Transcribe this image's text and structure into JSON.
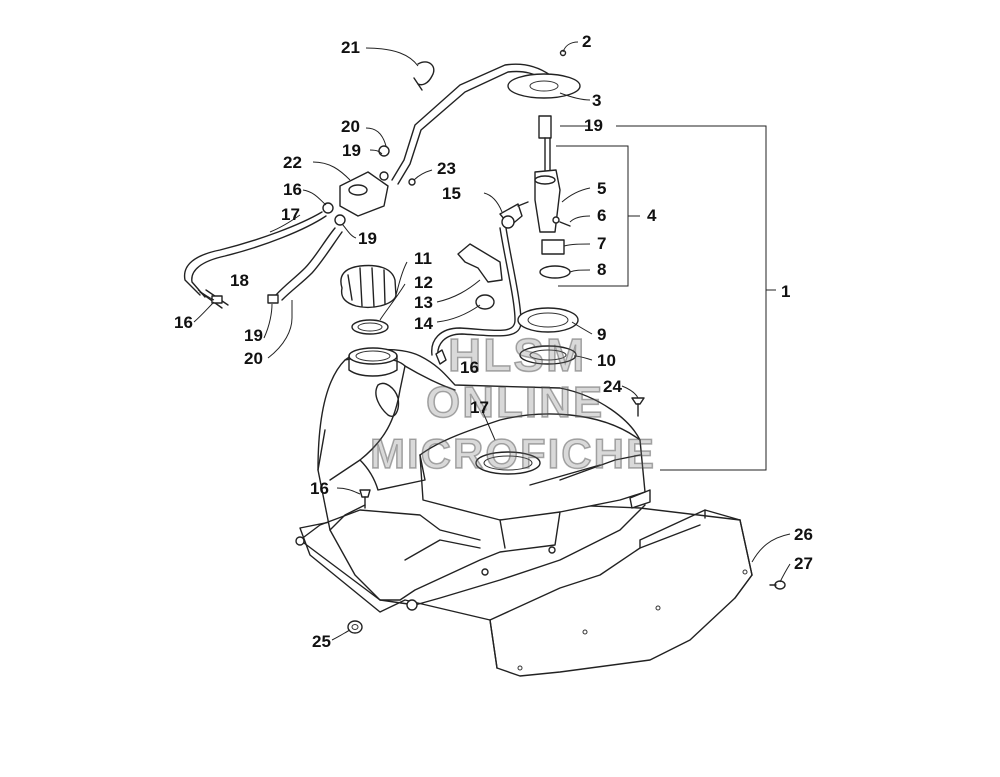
{
  "callouts": {
    "c1": "1",
    "c2": "2",
    "c3": "3",
    "c4": "4",
    "c5": "5",
    "c6": "6",
    "c7": "7",
    "c8": "8",
    "c9": "9",
    "c10": "10",
    "c11": "11",
    "c12": "12",
    "c13": "13",
    "c14": "14",
    "c15": "15",
    "c16a": "16",
    "c16b": "16",
    "c16c": "16",
    "c16d": "16",
    "c17a": "17",
    "c17b": "17",
    "c18": "18",
    "c19a": "19",
    "c19b": "19",
    "c19c": "19",
    "c19d": "19",
    "c20a": "20",
    "c20b": "20",
    "c21": "21",
    "c22": "22",
    "c23": "23",
    "c24": "24",
    "c25": "25",
    "c26": "26",
    "c27": "27"
  },
  "watermark": {
    "line1": "HLSM",
    "line2": "ONLINE",
    "line3": "MICROFICHE"
  }
}
